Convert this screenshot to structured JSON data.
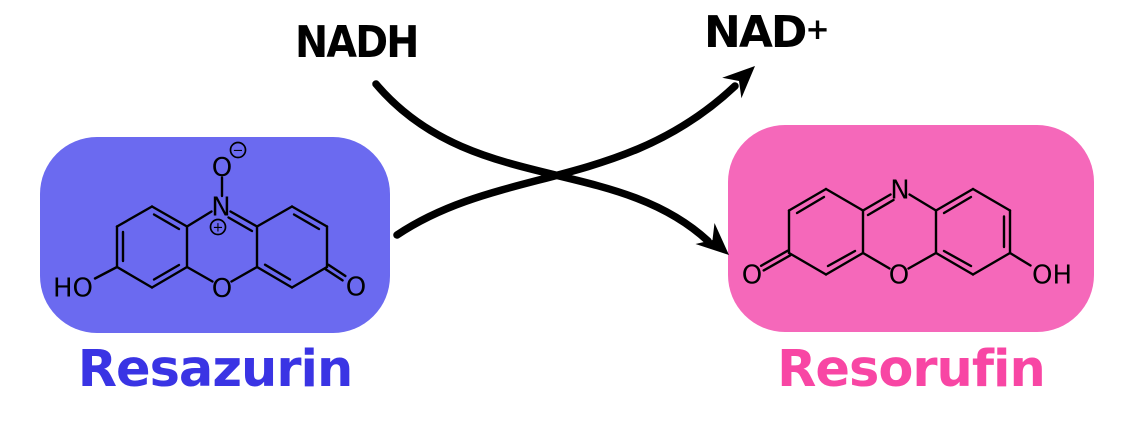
{
  "reaction": {
    "substrate_label": "NADH",
    "product_label": "NAD",
    "product_charge": "+"
  },
  "resazurin": {
    "name": "Resazurin",
    "colors": {
      "box": "#6b6af0",
      "label": "#3a34e4"
    },
    "atoms": {
      "n_oxide_oxygen": "O",
      "n_oxide_charge": "−",
      "nitrogen": "N",
      "nitrogen_charge": "+",
      "hydroxyl": "HO",
      "ring_oxygen": "O",
      "ketone_oxygen": "O"
    }
  },
  "resorufin": {
    "name": "Resorufin",
    "colors": {
      "box": "#f568ba",
      "label": "#f846a4"
    },
    "atoms": {
      "nitrogen": "N",
      "ring_oxygen": "O",
      "ketone_oxygen": "O",
      "hydroxyl": "OH"
    }
  }
}
